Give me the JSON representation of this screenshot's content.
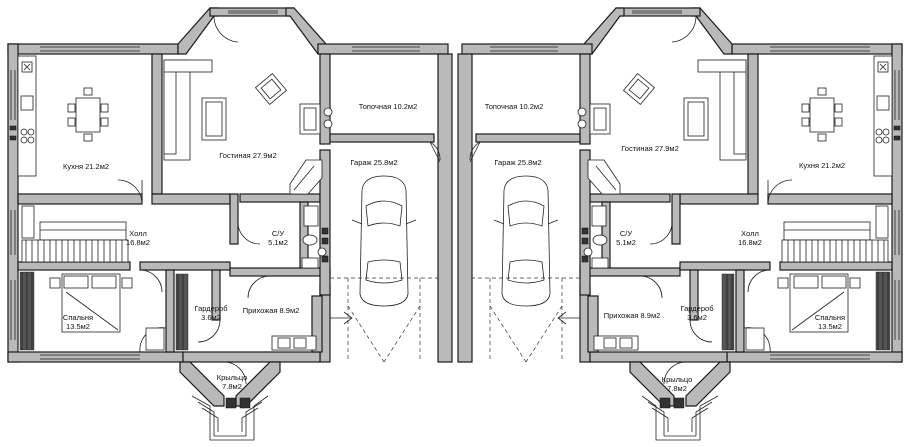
{
  "rooms": {
    "kitchen_l": {
      "name": "Кухня 21.2м2"
    },
    "living_l": {
      "name": "Гостиная 27.9м2"
    },
    "boiler_l": {
      "name": "Топочная 10.2м2"
    },
    "garage_l": {
      "name": "Гараж 25.8м2"
    },
    "hall_l": {
      "name": "Холл",
      "area": "16.8м2"
    },
    "bath_l": {
      "name": "С/У",
      "area": "5.1м2"
    },
    "bed_l": {
      "name": "Спальня",
      "area": "13.5м2"
    },
    "ward_l": {
      "name": "Гардероб",
      "area": "3.6м2"
    },
    "entry_l": {
      "name": "Прихожая 8.9м2"
    },
    "porch_l": {
      "name": "Крыльцо",
      "area": "7.8м2"
    },
    "boiler_r": {
      "name": "Топочная 10.2м2"
    },
    "garage_r": {
      "name": "Гараж 25.8м2"
    },
    "living_r": {
      "name": "Гостиная 27.9м2"
    },
    "kitchen_r": {
      "name": "Кухня 21.2м2"
    },
    "bath_r": {
      "name": "С/У",
      "area": "5.1м2"
    },
    "hall_r": {
      "name": "Холл",
      "area": "16.8м2"
    },
    "entry_r": {
      "name": "Прихожая 8.9м2"
    },
    "ward_r": {
      "name": "Гардероб",
      "area": "3.6м2"
    },
    "bed_r": {
      "name": "Спальня",
      "area": "13.5м2"
    },
    "porch_r": {
      "name": "Крыльцо",
      "area": "7.8м2"
    }
  },
  "colors": {
    "wall_fill": "#b9b9b9",
    "line": "#1a1a1a",
    "background": "#ffffff"
  }
}
